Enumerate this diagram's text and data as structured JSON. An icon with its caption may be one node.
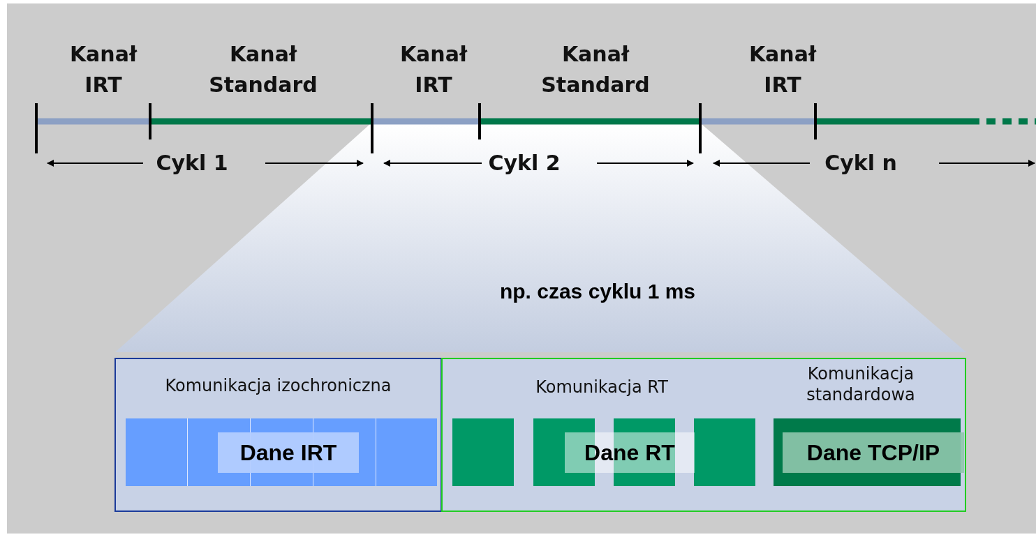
{
  "diagram": {
    "nodes": [
      {
        "text": [
          "Komunikacja izochroniczna"
        ]
      },
      {
        "text": [
          "Dane IRT"
        ],
        "in": 0
      },
      {
        "text": [
          "Komunikacja RT"
        ]
      },
      {
        "text": [
          "Dane RT"
        ],
        "in": 2
      },
      {
        "text": [
          "Komunikacja standardowa",
          "Dane TCP/IP"
        ],
        "in": 2
      }
    ],
    "edges": [],
    "labels": [
      "Kanał IRT",
      "Kanał Standard",
      "Kanał IRT",
      "Kanał Standard",
      "Kanał IRT",
      "Cykl 1",
      "Cykl 2",
      "Cykl n",
      "np. czas cyklu 1 ms"
    ]
  }
}
